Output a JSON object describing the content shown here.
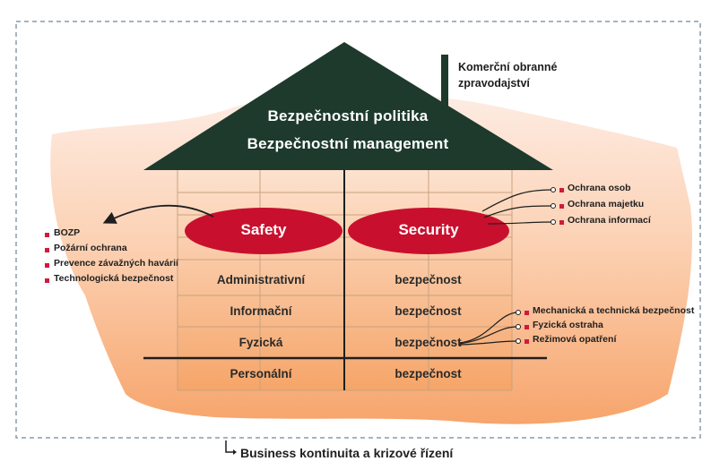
{
  "roof": {
    "line1": "Bezpečnostní politika",
    "line2": "Bezpečnostní management"
  },
  "chimney_label": {
    "line1": "Komerční obranné",
    "line2": "zpravodajství"
  },
  "pillars": {
    "left": "Safety",
    "right": "Security"
  },
  "rows": [
    {
      "left": "Administrativní",
      "right": "bezpečnost"
    },
    {
      "left": "Informační",
      "right": "bezpečnost"
    },
    {
      "left": "Fyzická",
      "right": "bezpečnost"
    },
    {
      "left": "Personální",
      "right": "bezpečnost"
    }
  ],
  "safety_items": [
    "BOZP",
    "Požární ochrana",
    "Prevence závažných havárií",
    "Technologická bezpečnost"
  ],
  "security_items": [
    "Ochrana osob",
    "Ochrana majetku",
    "Ochrana informací"
  ],
  "physical_items": [
    "Mechanická a technická bezpečnost",
    "Fyzická ostraha",
    "Režimová opatření"
  ],
  "footer": "Business kontinuita a krizové řízení",
  "colors": {
    "roof": "#1d3a2c",
    "oval": "#c8102e",
    "bullet": "#d11a3a",
    "grid_line": "#c9a27e",
    "wash_top": "#fde6db",
    "wash_bottom": "#f6a36a",
    "dashed_border": "#8a9aa8"
  }
}
